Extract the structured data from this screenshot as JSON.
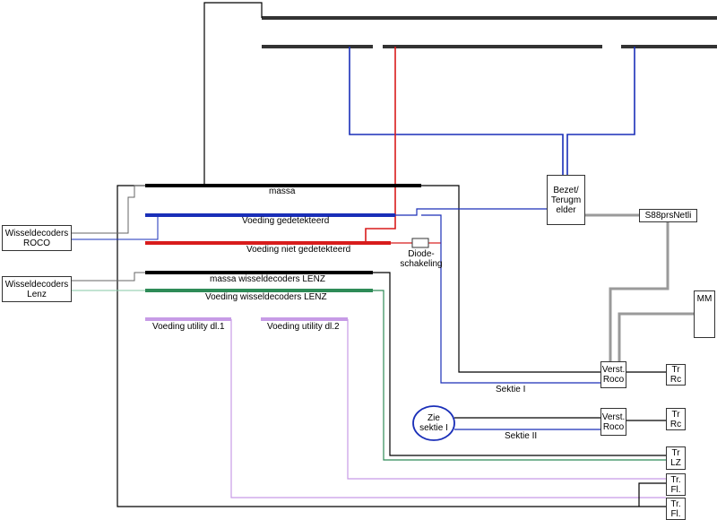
{
  "colors": {
    "black": "#000000",
    "blue": "#1a2fb8",
    "red": "#d81c1c",
    "green": "#2e8b57",
    "lightgreen": "#86c9a6",
    "violet": "#c79be6",
    "grey": "#9a9a9a"
  },
  "boxes": {
    "roco_decoders": "Wisseldecoders ROCO",
    "lenz_decoders": "Wisseldecoders Lenz",
    "bezet": "Bezet/ Terugm elder",
    "s88": "S88prsNetli",
    "mm": "MM",
    "verst_roco_1": "Verst. Roco",
    "verst_roco_2": "Verst. Roco",
    "tr_rc_1": "Tr Rc",
    "tr_rc_2": "Tr Rc",
    "tr_lz": "Tr LZ",
    "tr_fl_1": "Tr. Fl.",
    "tr_fl_2": "Tr. Fl.",
    "zie_sektie": "Zie sektie I"
  },
  "labels": {
    "massa": "massa",
    "voeding_gedetekteerd": "Voeding gedetekteerd",
    "voeding_niet": "Voeding niet gedetekteerd",
    "diode": "Diode- schakeling",
    "massa_lenz": "massa wisseldecoders LENZ",
    "voeding_lenz": "Voeding wisseldecoders LENZ",
    "utility1": "Voeding utility dl.1",
    "utility2": "Voeding utility dl.2",
    "sektie1": "Sektie I",
    "sektie2": "Sektie II"
  }
}
